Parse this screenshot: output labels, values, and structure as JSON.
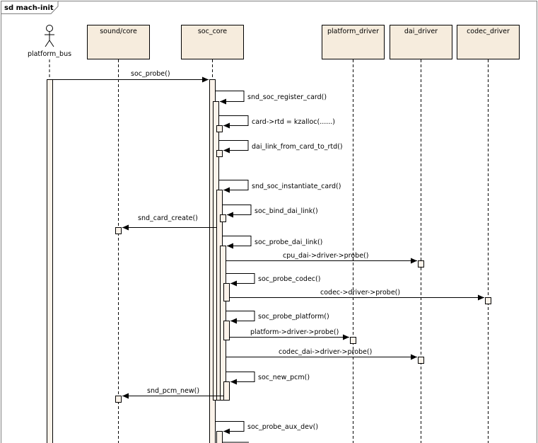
{
  "diagram": {
    "title": "sd mach-init",
    "colors": {
      "box_fill": "#f6ecdd",
      "activation_fill": "#fbf3ea",
      "line": "#000000",
      "frame": "#7f7f7f"
    },
    "actor": {
      "name": "platform_bus",
      "icon": "stick-figure-icon"
    },
    "lifelines": [
      {
        "id": "sound_core",
        "label": "sound/core"
      },
      {
        "id": "soc_core",
        "label": "soc_core"
      },
      {
        "id": "platform_driver",
        "label": "platform_driver"
      },
      {
        "id": "dai_driver",
        "label": "dai_driver"
      },
      {
        "id": "codec_driver",
        "label": "codec_driver"
      }
    ],
    "messages": [
      {
        "label": "soc_probe()",
        "from": "platform_bus",
        "to": "soc_core"
      },
      {
        "label": "snd_soc_register_card()",
        "from": "soc_core",
        "to": "soc_core"
      },
      {
        "label": "card->rtd = kzalloc(......)",
        "from": "soc_core",
        "to": "soc_core"
      },
      {
        "label": "dai_link_from_card_to_rtd()",
        "from": "soc_core",
        "to": "soc_core"
      },
      {
        "label": "snd_soc_instantiate_card()",
        "from": "soc_core",
        "to": "soc_core"
      },
      {
        "label": "soc_bind_dai_link()",
        "from": "soc_core",
        "to": "soc_core"
      },
      {
        "label": "snd_card_create()",
        "from": "soc_core",
        "to": "sound_core"
      },
      {
        "label": "soc_probe_dai_link()",
        "from": "soc_core",
        "to": "soc_core"
      },
      {
        "label": "cpu_dai->driver->probe()",
        "from": "soc_core",
        "to": "dai_driver"
      },
      {
        "label": "soc_probe_codec()",
        "from": "soc_core",
        "to": "soc_core"
      },
      {
        "label": "codec->driver->probe()",
        "from": "soc_core",
        "to": "codec_driver"
      },
      {
        "label": "soc_probe_platform()",
        "from": "soc_core",
        "to": "soc_core"
      },
      {
        "label": "platform->driver->probe()",
        "from": "soc_core",
        "to": "platform_driver"
      },
      {
        "label": "codec_dai->driver->probe()",
        "from": "soc_core",
        "to": "dai_driver"
      },
      {
        "label": "soc_new_pcm()",
        "from": "soc_core",
        "to": "soc_core"
      },
      {
        "label": "snd_pcm_new()",
        "from": "soc_core",
        "to": "sound_core"
      },
      {
        "label": "soc_probe_aux_dev()",
        "from": "soc_core",
        "to": "soc_core"
      }
    ]
  }
}
